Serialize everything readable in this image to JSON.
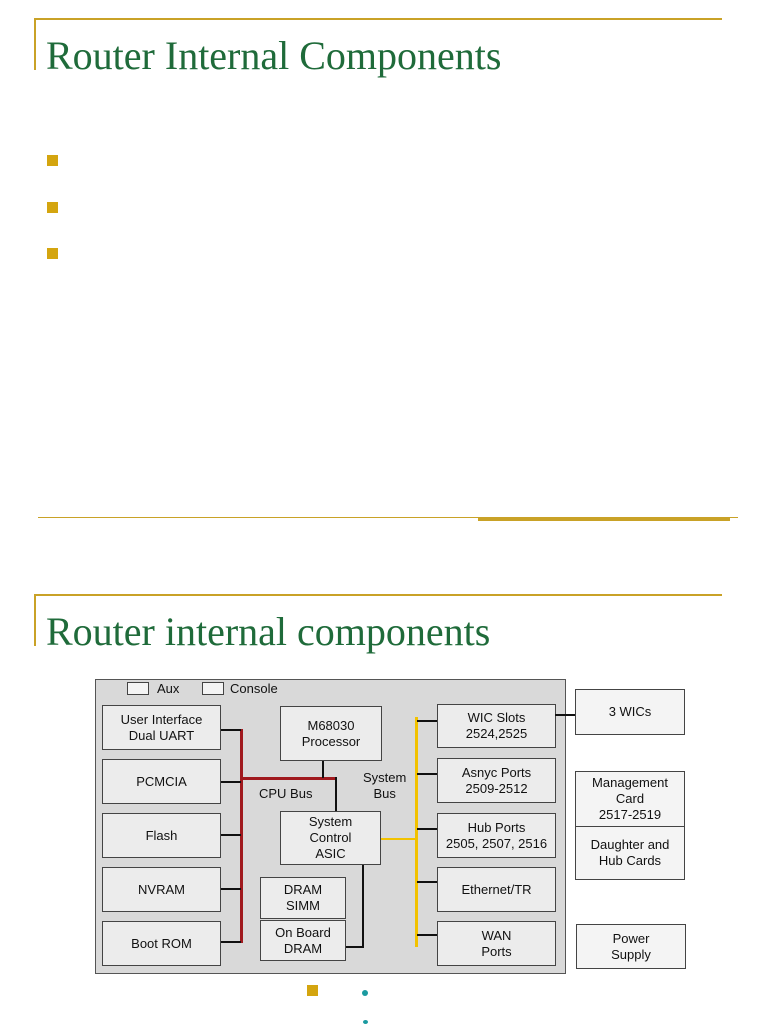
{
  "slide1": {
    "title": "Router Internal Components",
    "bullets": [
      "",
      "",
      ""
    ]
  },
  "slide2": {
    "title": "Router internal components",
    "diagram": {
      "ports": {
        "aux": "Aux",
        "console": "Console"
      },
      "left_boxes": [
        "User Interface\nDual UART",
        "PCMCIA",
        "Flash",
        "NVRAM",
        "Boot ROM"
      ],
      "processor": "M68030\nProcessor",
      "cpu_bus": "CPU Bus",
      "system_bus": "System\nBus",
      "asic": "System\nControl\nASIC",
      "dram_simm": "DRAM\nSIMM",
      "onboard_dram": "On Board\nDRAM",
      "right_boxes": [
        "WIC Slots\n2524,2525",
        "Asnyc Ports\n2509-2512",
        "Hub Ports\n2505, 2507, 2516",
        "Ethernet/TR",
        "WAN\nPorts"
      ],
      "external": {
        "wics": "3 WICs",
        "management": "Management\nCard\n2517-2519",
        "daughter": "Daughter and\nHub Cards",
        "power": "Power\nSupply"
      },
      "colors": {
        "cpu_bus": "#a0191e",
        "system_bus": "#f2c200",
        "links": "#111111"
      }
    }
  },
  "colors": {
    "title": "#1f6b3a",
    "rule": "#c9a227",
    "bullet": "#d4a50f",
    "sub_bullet": "#1a9aa0"
  }
}
